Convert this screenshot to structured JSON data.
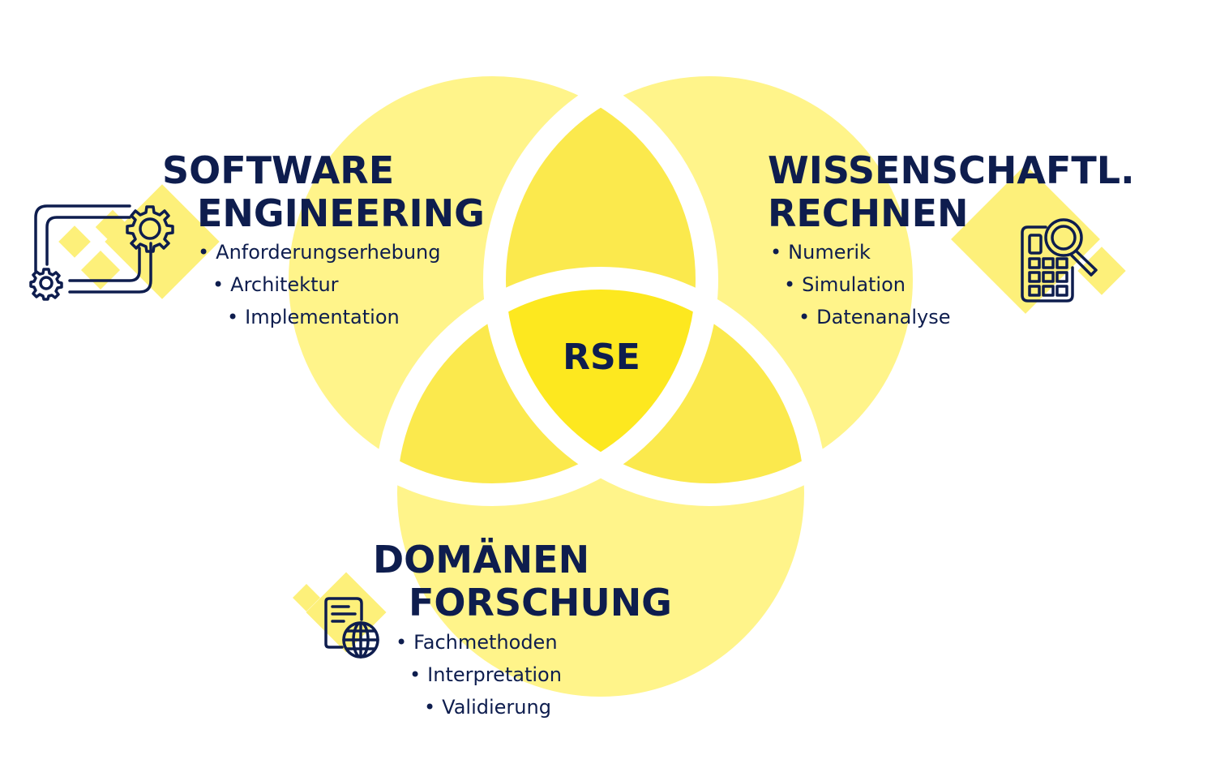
{
  "colors": {
    "circle": "#fff48a",
    "lens": "#fbe94d",
    "center": "#fde81f",
    "diamond": "#fdf07a",
    "ink": "#0e1d4e",
    "gap": "#ffffff"
  },
  "center": {
    "label": "RSE"
  },
  "software": {
    "title_line1": "SOFTWARE",
    "title_line2": "ENGINEERING",
    "items": [
      "Anforderungserhebung",
      "Architektur",
      "Implementation"
    ],
    "icon": "monitor-gears-icon"
  },
  "computing": {
    "title_line1": "WISSENSCHAFTL.",
    "title_line2": "RECHNEN",
    "items": [
      "Numerik",
      "Simulation",
      "Datenanalyse"
    ],
    "icon": "calculator-magnifier-icon"
  },
  "domain": {
    "title_line1": "DOMÄNEN",
    "title_line2": "FORSCHUNG",
    "items": [
      "Fachmethoden",
      "Interpretation",
      "Validierung"
    ],
    "icon": "document-globe-icon"
  }
}
